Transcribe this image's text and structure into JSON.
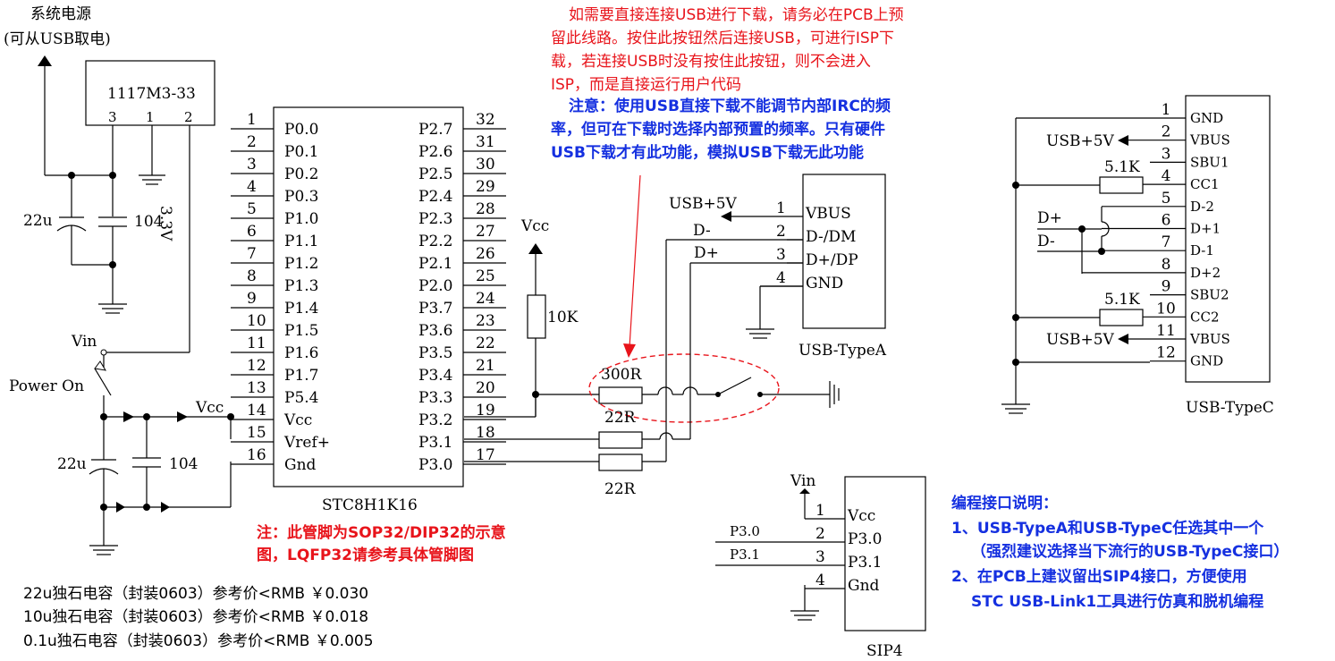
{
  "power": {
    "title_line1": "系统电源",
    "title_line2": "(可从USB取电)",
    "regulator": "1117M3-33",
    "reg_pin3": "3",
    "reg_pin1": "1",
    "reg_pin2": "2",
    "out_voltage": "3.3V",
    "cap1": "22u",
    "cap2": "104",
    "vin": "Vin",
    "power_on": "Power On",
    "vcc": "Vcc",
    "cap3": "22u",
    "cap4": "104"
  },
  "mcu": {
    "name": "STC8H1K16",
    "left_pins": [
      {
        "num": "1",
        "name": "P0.0"
      },
      {
        "num": "2",
        "name": "P0.1"
      },
      {
        "num": "3",
        "name": "P0.2"
      },
      {
        "num": "4",
        "name": "P0.3"
      },
      {
        "num": "5",
        "name": "P1.0"
      },
      {
        "num": "6",
        "name": "P1.1"
      },
      {
        "num": "7",
        "name": "P1.2"
      },
      {
        "num": "8",
        "name": "P1.3"
      },
      {
        "num": "9",
        "name": "P1.4"
      },
      {
        "num": "10",
        "name": "P1.5"
      },
      {
        "num": "11",
        "name": "P1.6"
      },
      {
        "num": "12",
        "name": "P1.7"
      },
      {
        "num": "13",
        "name": "P5.4"
      },
      {
        "num": "14",
        "name": "Vcc"
      },
      {
        "num": "15",
        "name": "Vref+"
      },
      {
        "num": "16",
        "name": "Gnd"
      }
    ],
    "right_pins": [
      {
        "num": "32",
        "name": "P2.7"
      },
      {
        "num": "31",
        "name": "P2.6"
      },
      {
        "num": "30",
        "name": "P2.5"
      },
      {
        "num": "29",
        "name": "P2.4"
      },
      {
        "num": "28",
        "name": "P2.3"
      },
      {
        "num": "27",
        "name": "P2.2"
      },
      {
        "num": "26",
        "name": "P2.1"
      },
      {
        "num": "25",
        "name": "P2.0"
      },
      {
        "num": "24",
        "name": "P3.7"
      },
      {
        "num": "23",
        "name": "P3.6"
      },
      {
        "num": "22",
        "name": "P3.5"
      },
      {
        "num": "21",
        "name": "P3.4"
      },
      {
        "num": "20",
        "name": "P3.3"
      },
      {
        "num": "19",
        "name": "P3.2"
      },
      {
        "num": "18",
        "name": "P3.1"
      },
      {
        "num": "17",
        "name": "P3.0"
      }
    ]
  },
  "notes": {
    "red_top": [
      "如需要直接连接USB进行下载，请务必在PCB上预",
      "留此线路。按住此按钮然后连接USB，可进行ISP下",
      "载，若连接USB时没有按住此按钮，则不会进入",
      "ISP，而是直接运行用户代码"
    ],
    "blue_top": [
      "注意：使用USB直接下载不能调节内部IRC的频",
      "率，但可在下载时选择内部预置的频率。只有硬件",
      "USB下载才有此功能，模拟USB下载无此功能"
    ],
    "pkg": [
      "注：此管脚为SOP32/DIP32的示意",
      "图，LQFP32请参考具体管脚图"
    ],
    "prices": [
      "22u独石电容（封装0603）参考价<RMB ￥0.030",
      "10u独石电容（封装0603）参考价<RMB ￥0.018",
      "0.1u独石电容（封装0603）参考价<RMB ￥0.005"
    ],
    "prog": [
      "编程接口说明：",
      "1、USB-TypeA和USB-TypeC任选其中一个",
      "（强烈建议选择当下流行的USB-TypeC接口）",
      "2、在PCB上建议留出SIP4接口，方便使用",
      "STC USB-Link1工具进行仿真和脱机编程"
    ]
  },
  "mid": {
    "vcc": "Vcc",
    "r_pullup": "10K",
    "r300": "300R",
    "r22a": "22R",
    "r22b": "22R"
  },
  "usba": {
    "name": "USB-TypeA",
    "net_5v": "USB+5V",
    "net_dm": "D-",
    "net_dp": "D+",
    "pins": [
      {
        "num": "1",
        "name": "VBUS"
      },
      {
        "num": "2",
        "name": "D-/DM"
      },
      {
        "num": "3",
        "name": "D+/DP"
      },
      {
        "num": "4",
        "name": "GND"
      }
    ]
  },
  "sip4": {
    "name": "SIP4",
    "vin": "Vin",
    "net_p30": "P3.0",
    "net_p31": "P3.1",
    "pins": [
      {
        "num": "1",
        "name": "Vcc"
      },
      {
        "num": "2",
        "name": "P3.0"
      },
      {
        "num": "3",
        "name": "P3.1"
      },
      {
        "num": "4",
        "name": "Gnd"
      }
    ]
  },
  "usbc": {
    "name": "USB-TypeC",
    "net_5v_a": "USB+5V",
    "net_5v_b": "USB+5V",
    "net_dp": "D+",
    "net_dm": "D-",
    "r1": "5.1K",
    "r2": "5.1K",
    "pins": [
      {
        "num": "1",
        "name": "GND"
      },
      {
        "num": "2",
        "name": "VBUS"
      },
      {
        "num": "3",
        "name": "SBU1"
      },
      {
        "num": "4",
        "name": "CC1"
      },
      {
        "num": "5",
        "name": "D-2"
      },
      {
        "num": "6",
        "name": "D+1"
      },
      {
        "num": "7",
        "name": "D-1"
      },
      {
        "num": "8",
        "name": "D+2"
      },
      {
        "num": "9",
        "name": "SBU2"
      },
      {
        "num": "10",
        "name": "CC2"
      },
      {
        "num": "11",
        "name": "VBUS"
      },
      {
        "num": "12",
        "name": "GND"
      }
    ]
  }
}
